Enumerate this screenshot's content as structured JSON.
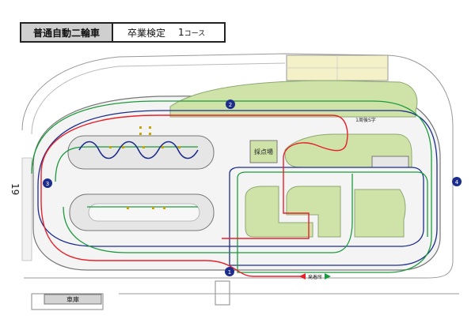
{
  "header": {
    "vehicle_class": "普通自動二輪車",
    "exam_name": "卒業検定",
    "course_number": "1",
    "course_suffix": "コース"
  },
  "map": {
    "side_number": "19",
    "labels": {
      "scoring_area": "採点場",
      "garage": "車庫",
      "start_point": "発着所",
      "figure_eight": "1周後S字"
    },
    "markers": {
      "top": "2",
      "left": "3",
      "right": "4",
      "bottom": "1"
    },
    "route_colors": {
      "red": "#e8202a",
      "green": "#1b9a3c",
      "navy": "#1d2d8c",
      "field": "#cfe3a9",
      "pavement": "#e6e6e6"
    }
  }
}
